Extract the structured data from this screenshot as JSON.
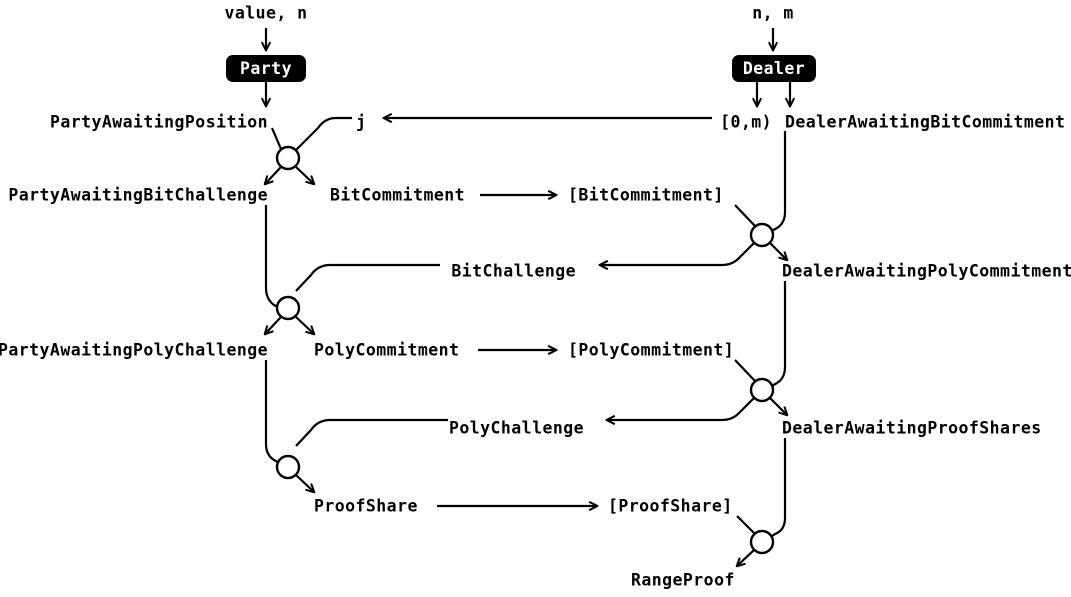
{
  "diagram": {
    "title": "Bulletproofs range proof party/dealer protocol state machine",
    "type": "protocol-sequence-state-diagram",
    "colors": {
      "background": "#ffffff",
      "stroke": "#000000",
      "node_fill": "#000000",
      "node_text": "#ffffff",
      "junction_fill": "#ffffff"
    },
    "inputs": [
      {
        "id": "party-input",
        "label": "value, n"
      },
      {
        "id": "dealer-input",
        "label": "n, m"
      }
    ],
    "actors": [
      {
        "id": "party",
        "label": "Party"
      },
      {
        "id": "dealer",
        "label": "Dealer"
      }
    ],
    "party_states": [
      {
        "id": "party-awaiting-position",
        "label": "PartyAwaitingPosition"
      },
      {
        "id": "party-awaiting-bit-challenge",
        "label": "PartyAwaitingBitChallenge"
      },
      {
        "id": "party-awaiting-poly-challenge",
        "label": "PartyAwaitingPolyChallenge"
      }
    ],
    "dealer_states": [
      {
        "id": "dealer-awaiting-bit-commitment",
        "label": "DealerAwaitingBitCommitment"
      },
      {
        "id": "dealer-awaiting-poly-commitment",
        "label": "DealerAwaitingPolyCommitment"
      },
      {
        "id": "dealer-awaiting-proof-shares",
        "label": "DealerAwaitingProofShares"
      }
    ],
    "messages": [
      {
        "id": "position-index",
        "label": "j"
      },
      {
        "id": "position-range",
        "label": "[0,m)"
      },
      {
        "id": "bit-commitment",
        "label": "BitCommitment"
      },
      {
        "id": "bit-commitment-list",
        "label": "[BitCommitment]"
      },
      {
        "id": "bit-challenge",
        "label": "BitChallenge"
      },
      {
        "id": "poly-commitment",
        "label": "PolyCommitment"
      },
      {
        "id": "poly-commitment-list",
        "label": "[PolyCommitment]"
      },
      {
        "id": "poly-challenge",
        "label": "PolyChallenge"
      },
      {
        "id": "proof-share",
        "label": "ProofShare"
      },
      {
        "id": "proof-share-list",
        "label": "[ProofShare]"
      }
    ],
    "outputs": [
      {
        "id": "range-proof",
        "label": "RangeProof"
      }
    ],
    "aggregation_arrows": [
      {
        "id": "bit-commitment-aggregate",
        "from": "BitCommitment",
        "to": "[BitCommitment]"
      },
      {
        "id": "poly-commitment-aggregate",
        "from": "PolyCommitment",
        "to": "[PolyCommitment]"
      },
      {
        "id": "proof-share-aggregate",
        "from": "ProofShare",
        "to": "[ProofShare]"
      }
    ],
    "transfer_arrows": [
      {
        "id": "position-transfer",
        "from": "[0,m)",
        "to": "j"
      },
      {
        "id": "bit-challenge-transfer",
        "from": "DealerAwaitingPolyCommitment",
        "to": "BitChallenge"
      },
      {
        "id": "poly-challenge-transfer",
        "from": "DealerAwaitingProofShares",
        "to": "PolyChallenge"
      }
    ]
  }
}
